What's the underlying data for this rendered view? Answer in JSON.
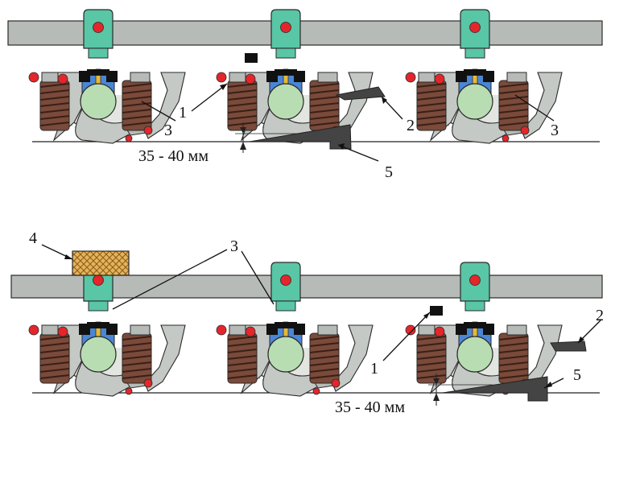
{
  "colors": {
    "frame": "#b7bbb8",
    "outline": "#2a2a2a",
    "wheel": "#e3e5e1",
    "axlebox": "#b9ddb3",
    "mount": "#59c6a6",
    "spring": "#7a4a3a",
    "pin": "#e3262b",
    "bluebox": "#4a86d6",
    "black": "#111111",
    "yellow": "#e5b93a",
    "wedge": "#444444",
    "load": "#e4b45a"
  },
  "labels": {
    "top": {
      "l1": "1",
      "l2": "2",
      "l3a": "3",
      "l3b": "3",
      "l5": "5",
      "dim": "35 - 40 мм"
    },
    "bottom": {
      "l1": "1",
      "l2": "2",
      "l3": "3",
      "l4": "4",
      "l5": "5",
      "dim": "35 - 40 мм"
    }
  }
}
